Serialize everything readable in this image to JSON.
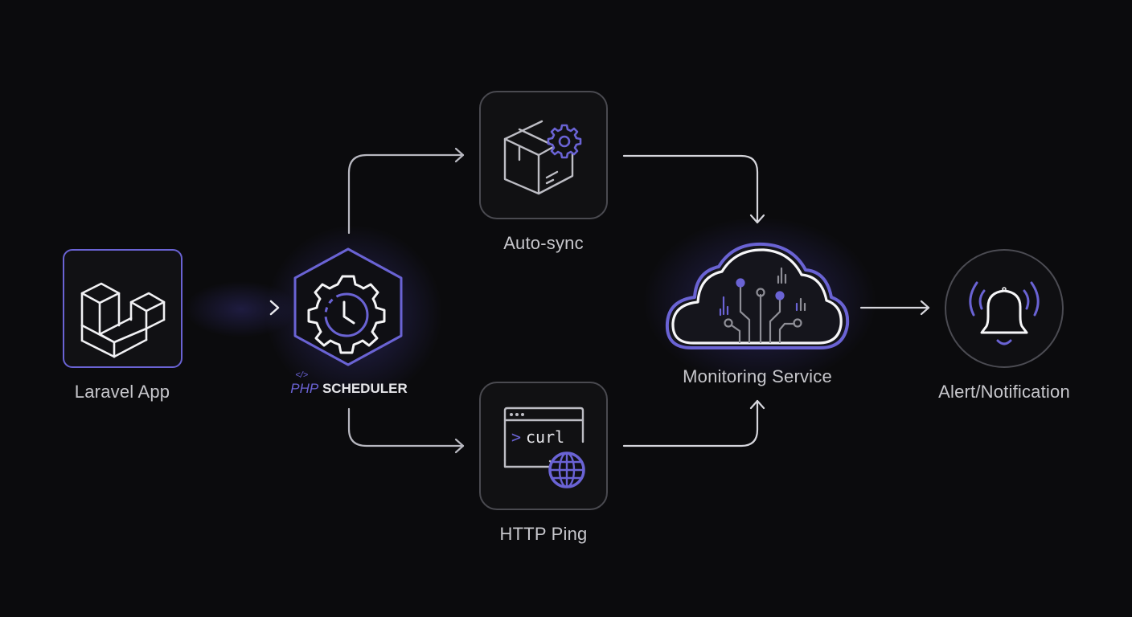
{
  "diagram": {
    "nodes": [
      {
        "id": "laravel",
        "label": "Laravel App",
        "icon": "laravel-logo-icon"
      },
      {
        "id": "scheduler",
        "label_prefix": "PHP",
        "label_code_glyph": "</>",
        "label_main": "SCHEDULER",
        "icon": "gear-clock-icon"
      },
      {
        "id": "autosync",
        "label": "Auto-sync",
        "icon": "box-gear-icon"
      },
      {
        "id": "httpping",
        "label": "HTTP Ping",
        "icon": "terminal-globe-icon",
        "terminal_text": "curl",
        "terminal_prompt": ">"
      },
      {
        "id": "monitoring",
        "label": "Monitoring Service",
        "icon": "cloud-circuit-icon"
      },
      {
        "id": "alert",
        "label": "Alert/Notification",
        "icon": "bell-ringing-icon"
      }
    ],
    "edges": [
      {
        "from": "laravel",
        "to": "scheduler"
      },
      {
        "from": "scheduler",
        "to": "autosync"
      },
      {
        "from": "scheduler",
        "to": "httpping"
      },
      {
        "from": "autosync",
        "to": "monitoring"
      },
      {
        "from": "httpping",
        "to": "monitoring"
      },
      {
        "from": "monitoring",
        "to": "alert"
      }
    ],
    "colors": {
      "background": "#0b0b0d",
      "accent": "#6a63d4",
      "stroke_light": "#e9e9ee",
      "stroke_grey": "#9a9aa2",
      "label": "#c7c7cc"
    }
  }
}
